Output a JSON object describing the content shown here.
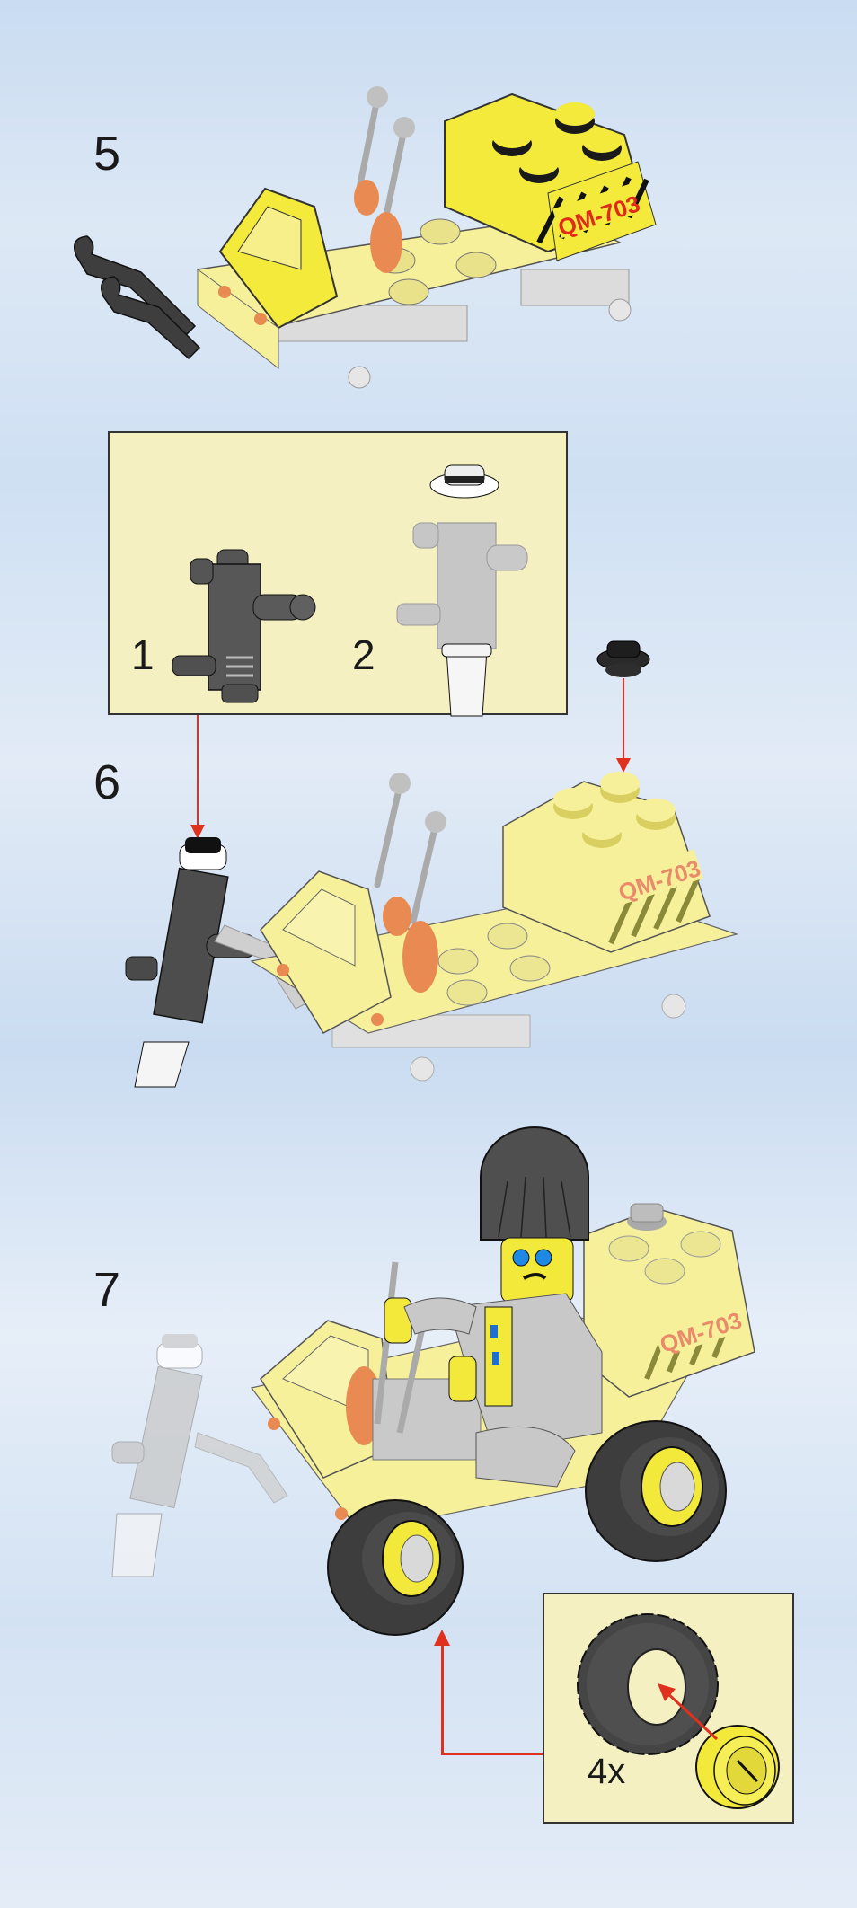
{
  "document": {
    "type": "building-instructions",
    "model_code": "QM-703",
    "colors": {
      "background": "#d6e4f4",
      "callout_bg": "#f4f0c2",
      "brick_yellow": "#f3ea3c",
      "brick_yellow_faded": "#f6f09a",
      "dark_gray": "#4a4a4a",
      "light_gray": "#c8c8c8",
      "orange": "#e88a52",
      "arrow_red": "#e0301e",
      "label_red": "#e02a1a"
    }
  },
  "steps": [
    {
      "number": "5",
      "label_text": "QM-703",
      "parts": [
        "yellow-vehicle-chassis",
        "dark-gray-clamp-arms",
        "yellow-hazard-brick-2x2"
      ]
    },
    {
      "number": "6",
      "label_text": "QM-703",
      "callout": {
        "sub_steps": [
          {
            "number": "1",
            "part": "dark-gray-jackhammer-body"
          },
          {
            "number": "2",
            "part": "jackhammer-with-round-plate-and-cone"
          }
        ]
      },
      "extra_part": "black-round-plate-1x1"
    },
    {
      "number": "7",
      "label_text": "QM-703",
      "parts": [
        "minifigure-driver",
        "yellow-vehicle-with-wheels"
      ],
      "callout": {
        "quantity": "4x",
        "parts": [
          "black-tire",
          "yellow-rim"
        ]
      }
    }
  ]
}
